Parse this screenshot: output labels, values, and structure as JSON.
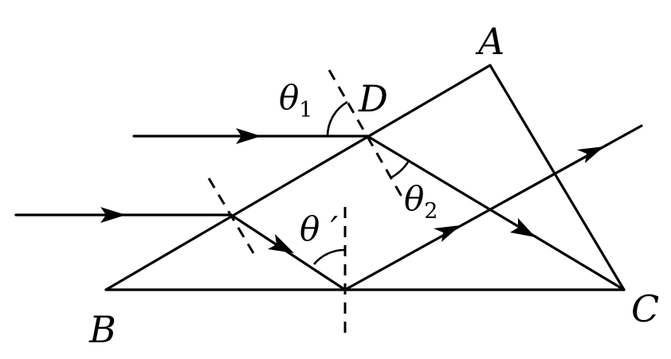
{
  "labels": {
    "A": "A",
    "B": "B",
    "C": "C",
    "D": "D",
    "theta1": "θ",
    "theta1_sub": "1",
    "theta2": "θ",
    "theta2_sub": "2",
    "theta_prime": "θ ′"
  }
}
